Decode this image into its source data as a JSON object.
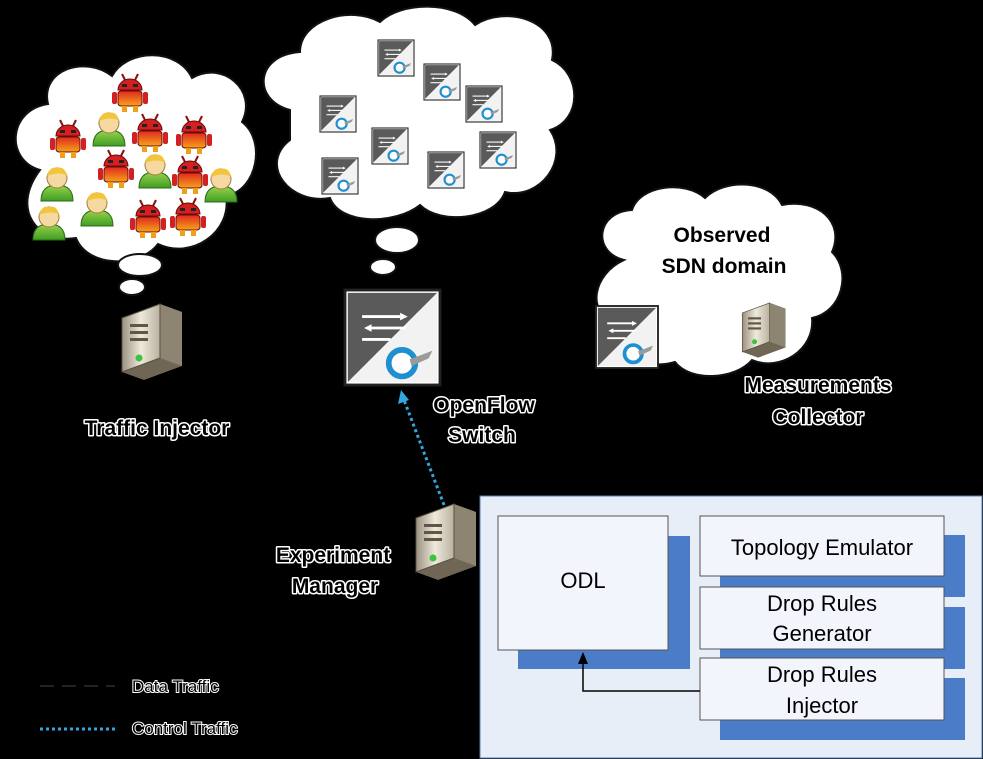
{
  "labels": {
    "traffic_injector": "Traffic Injector",
    "openflow_switch_line1": "OpenFlow",
    "openflow_switch_line2": "Switch",
    "observed_line1": "Observed",
    "observed_line2": "SDN domain",
    "collector_line1": "Measurements",
    "collector_line2": "Collector",
    "experiment_line1": "Experiment",
    "experiment_line2": "Manager"
  },
  "modules": {
    "odl": "ODL",
    "topology_emulator": "Topology Emulator",
    "drop_rules_generator_line1": "Drop Rules",
    "drop_rules_generator_line2": "Generator",
    "drop_rules_injector_line1": "Drop Rules",
    "drop_rules_injector_line2": "Injector"
  },
  "legend": {
    "data_traffic": "Data Traffic",
    "control_traffic": "Control Traffic"
  },
  "colors": {
    "background": "#000000",
    "cloud_fill": "#ffffff",
    "panel_fill": "#e8eef7",
    "module_shadow": "#4a7cc7",
    "control_link": "#33a6dd",
    "android_red": "#d42020",
    "user_green": "#5ab82e"
  }
}
